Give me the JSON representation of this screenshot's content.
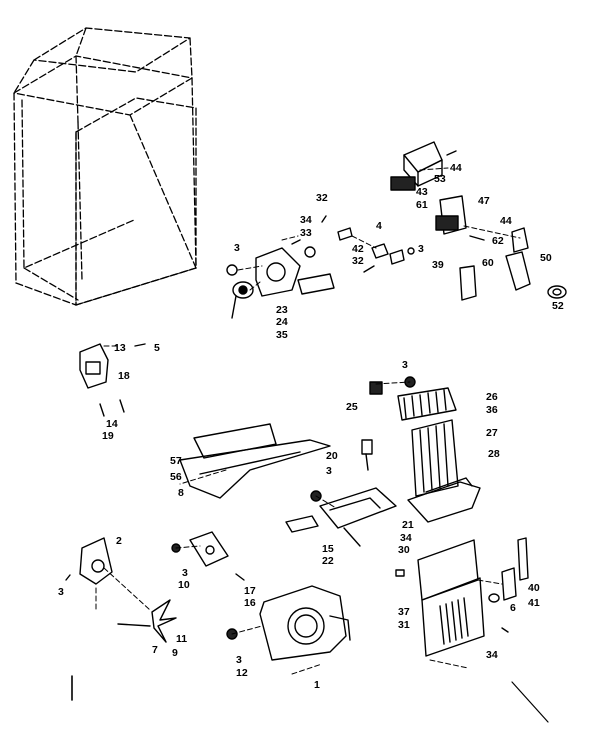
{
  "callouts": [
    "1",
    "2",
    "3",
    "4",
    "5",
    "6",
    "7",
    "8",
    "9",
    "10",
    "11",
    "12",
    "13",
    "14",
    "15",
    "16",
    "17",
    "18",
    "19",
    "20",
    "21",
    "22",
    "23",
    "24",
    "25",
    "26",
    "27",
    "28",
    "30",
    "31",
    "32",
    "33",
    "34",
    "35",
    "36",
    "37",
    "39",
    "40",
    "41",
    "42",
    "43",
    "44",
    "47",
    "50",
    "52",
    "53",
    "56",
    "57",
    "60",
    "61",
    "62"
  ],
  "labels": {
    "n44a": "44",
    "n53": "53",
    "n43": "43",
    "n61": "61",
    "n47": "47",
    "n44b": "44",
    "n62": "62",
    "n50": "50",
    "n60": "60",
    "n52": "52",
    "n32a": "32",
    "n34a": "34",
    "n33": "33",
    "n4": "4",
    "n3a": "3",
    "n42": "42",
    "n32b": "32",
    "n3b": "3",
    "n39": "39",
    "n23": "23",
    "n24": "24",
    "n35": "35",
    "n13": "13",
    "n5": "5",
    "n18": "18",
    "n14": "14",
    "n19": "19",
    "n3c": "3",
    "n26": "26",
    "n25": "25",
    "n36": "36",
    "n27": "27",
    "n28": "28",
    "n57": "57",
    "n56": "56",
    "n8": "8",
    "n20": "20",
    "n3d": "3",
    "n21": "21",
    "n34b": "34",
    "n15": "15",
    "n22": "22",
    "n30": "30",
    "n2": "2",
    "n3e": "3",
    "n3f": "3",
    "n10": "10",
    "n17": "17",
    "n16": "16",
    "n7": "7",
    "n9": "9",
    "n11": "11",
    "n3g": "3",
    "n12": "12",
    "n1": "1",
    "n37": "37",
    "n31": "31",
    "n6": "6",
    "n40": "40",
    "n41": "41",
    "n34c": "34"
  }
}
